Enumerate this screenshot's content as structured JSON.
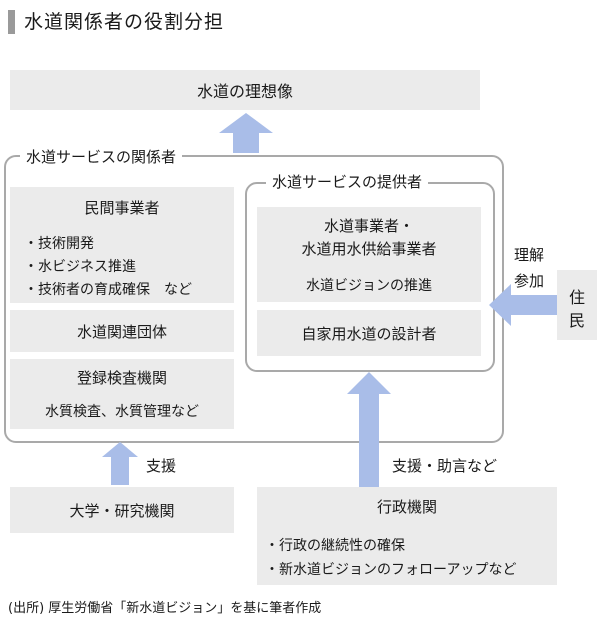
{
  "title": "水道関係者の役割分担",
  "ideal": "水道の理想像",
  "stakeholders_label": "水道サービスの関係者",
  "private": {
    "heading": "民間事業者",
    "items": [
      "・技術開発",
      "・水ビジネス推進",
      "・技術者の育成確保　など"
    ]
  },
  "associations": "水道関連団体",
  "inspection": {
    "heading": "登録検査機関",
    "detail": "水質検査、水質管理など"
  },
  "providers_label": "水道サービスの提供者",
  "operators": {
    "line1": "水道事業者・",
    "line2": "水道用水供給事業者",
    "vision": "水道ビジョンの推進"
  },
  "designers": "自家用水道の設計者",
  "residents_relation": [
    "理解",
    "参加"
  ],
  "residents": [
    "住",
    "民"
  ],
  "support_label": "支援",
  "university": "大学・研究機関",
  "gov_support_label": "支援・助言など",
  "government": {
    "heading": "行政機関",
    "items": [
      "・行政の継続性の確保",
      "・新水道ビジョンのフォローアップなど"
    ]
  },
  "source": "(出所) 厚生労働省「新水道ビジョン」を基に筆者作成",
  "colors": {
    "arrow": "#a9bde8",
    "box": "#ebebeb",
    "border": "#a9a9a9"
  }
}
